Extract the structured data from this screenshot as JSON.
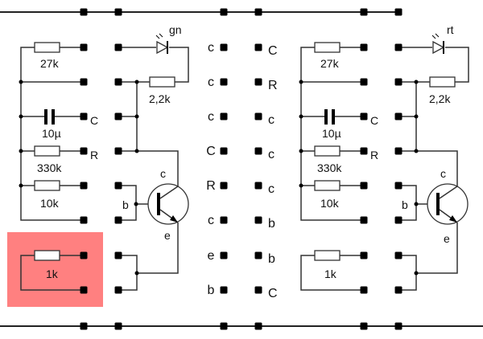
{
  "diagram": {
    "title": "Transistor flip-flop breadboard layout",
    "highlight_color": "#ff8080",
    "highlight_component": "1k",
    "left_circuit": {
      "led_label": "gn",
      "resistors": {
        "r1": "27k",
        "r2": "2,2k",
        "r3": "330k",
        "r4": "10k",
        "r5": "1k"
      },
      "capacitor": "10µ",
      "pin_labels": {
        "cap": "C",
        "res": "R"
      },
      "transistor_labels": {
        "base": "b",
        "collector": "c",
        "emitter": "e"
      }
    },
    "right_circuit": {
      "led_label": "rt",
      "resistors": {
        "r1": "27k",
        "r2": "2,2k",
        "r3": "330k",
        "r4": "10k",
        "r5": "1k"
      },
      "capacitor": "10µ",
      "pin_labels": {
        "cap": "C",
        "res": "R"
      },
      "transistor_labels": {
        "base": "b",
        "collector": "c",
        "emitter": "e"
      }
    },
    "center_labels": {
      "left": [
        "c",
        "c",
        "c",
        "C",
        "R",
        "c",
        "e",
        "b"
      ],
      "right": [
        "C",
        "R",
        "c",
        "c",
        "c",
        "b",
        "b",
        "C"
      ]
    }
  }
}
